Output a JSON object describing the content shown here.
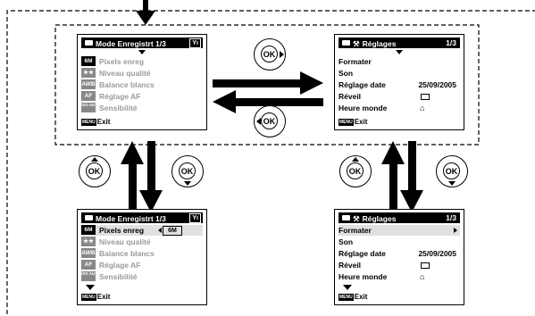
{
  "buttons": {
    "ok_label": "OK"
  },
  "icons": [
    "camera-icon",
    "tool-tab-icon",
    "wrench-icon",
    "arrow-right-icon",
    "arrow-left-icon",
    "arrow-down-icon",
    "arrow-up-icon",
    "home-icon",
    "clock-icon"
  ],
  "rec_menu": {
    "title": "Mode Enregistrt 1/3",
    "tab_label": "Yı",
    "items": [
      {
        "icon": "6M",
        "label": "Pixels enreg"
      },
      {
        "icon": "★★",
        "label": "Niveau qualité"
      },
      {
        "icon": "AWB",
        "label": "Balance blancs"
      },
      {
        "icon": "AF",
        "label": "Réglage AF"
      },
      {
        "icon": "ISO AUTO",
        "label": "Sensibilité"
      }
    ],
    "selected_value": "6M",
    "menu_label": "MENU",
    "exit_label": "Exit"
  },
  "setup_menu": {
    "title": "Réglages",
    "page": "1/3",
    "items": [
      {
        "label": "Formater",
        "value": ""
      },
      {
        "label": "Son",
        "value": ""
      },
      {
        "label": "Réglage date",
        "value": "25/09/2005"
      },
      {
        "label": "Réveil",
        "value": ""
      },
      {
        "label": "Heure monde",
        "value": ""
      }
    ],
    "menu_label": "MENU",
    "exit_label": "Exit"
  }
}
